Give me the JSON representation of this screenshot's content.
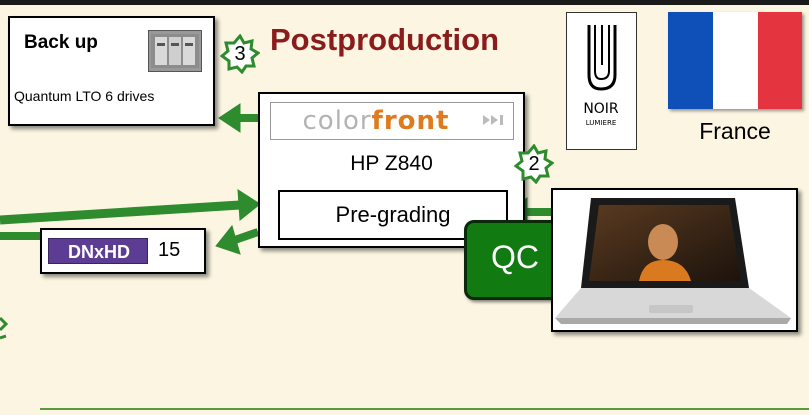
{
  "title": "Postproduction",
  "backup": {
    "title": "Back up",
    "caption": "Quantum LTO 6 drives"
  },
  "badges": {
    "backup_step": "3",
    "grading_step": "2"
  },
  "logo": {
    "name": "NOIR",
    "subname": "LUMIERE"
  },
  "country": {
    "label": "France",
    "flag_colors": [
      "#0f4fb8",
      "#ffffff",
      "#e4343f"
    ]
  },
  "server": {
    "software_logo_part1": "color",
    "software_logo_part2": "front",
    "model": "HP Z840",
    "process": "Pre-grading"
  },
  "codec": {
    "name": "DNxHD",
    "value": "15"
  },
  "qc": {
    "label": "QC"
  },
  "colors": {
    "arrow": "#2e8b2e",
    "title": "#8b1c1c",
    "qc_fill": "#117a11",
    "background": "#fbf5e2"
  }
}
